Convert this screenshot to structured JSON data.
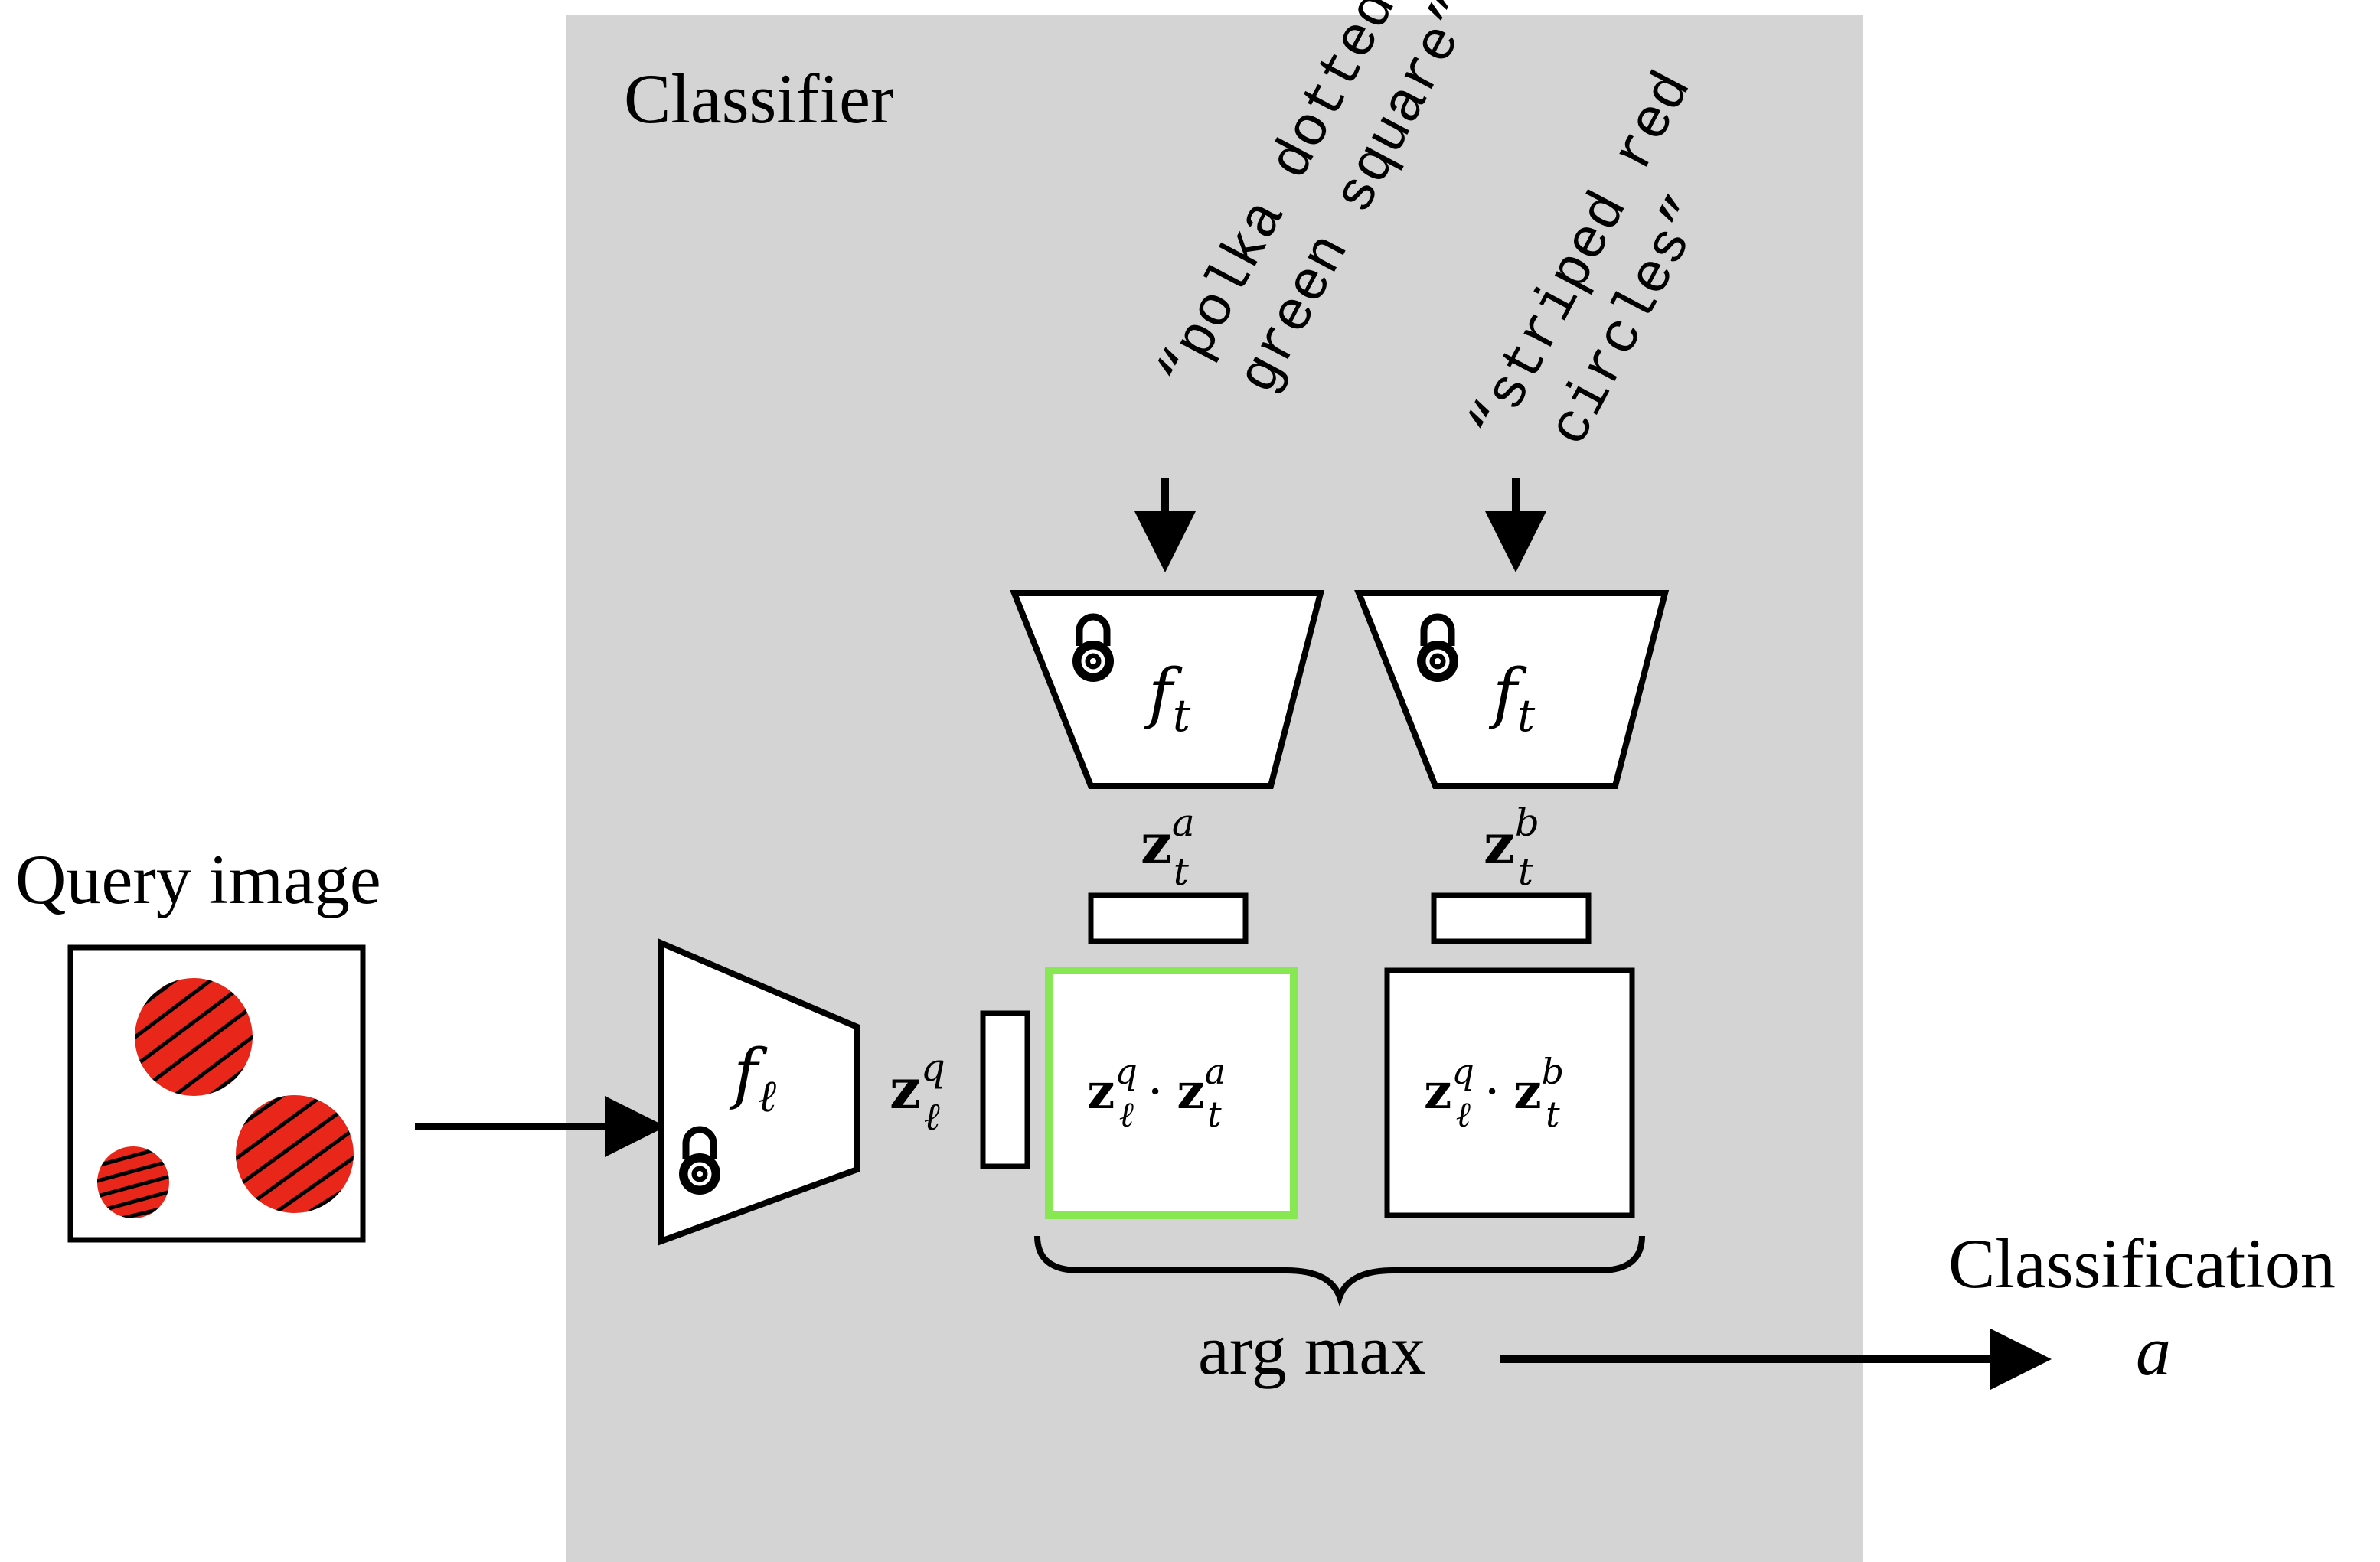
{
  "labels": {
    "classifier": "Classifier",
    "query_image": "Query image",
    "classification": "Classification",
    "argmax": "arg max",
    "output": "a"
  },
  "prompts": {
    "a": {
      "line1": "“polka dotted",
      "line2": "green square”"
    },
    "b": {
      "line1": "“striped red",
      "line2": "circles”"
    }
  },
  "encoders": {
    "text_a": {
      "base": "f",
      "sub": "t"
    },
    "text_b": {
      "base": "f",
      "sub": "t"
    },
    "image": {
      "base": "f",
      "sub": "ℓ"
    }
  },
  "embeddings": {
    "text_a": {
      "base": "z",
      "sub": "t",
      "sup": "a"
    },
    "text_b": {
      "base": "z",
      "sub": "t",
      "sup": "b"
    },
    "image": {
      "base": "z",
      "sub": "ℓ",
      "sup": "q"
    }
  },
  "scores": {
    "a": {
      "left_base": "z",
      "left_sub": "ℓ",
      "left_sup": "q",
      "op": "·",
      "right_base": "z",
      "right_sub": "t",
      "right_sup": "a"
    },
    "b": {
      "left_base": "z",
      "left_sub": "ℓ",
      "left_sup": "q",
      "op": "·",
      "right_base": "z",
      "right_sub": "t",
      "right_sup": "b"
    }
  },
  "icons": [
    "lock-icon"
  ],
  "colors": {
    "classifier_bg": "#d4d4d4",
    "highlight": "#88e854",
    "circle_fill": "#e8261a",
    "stroke": "#000000"
  }
}
